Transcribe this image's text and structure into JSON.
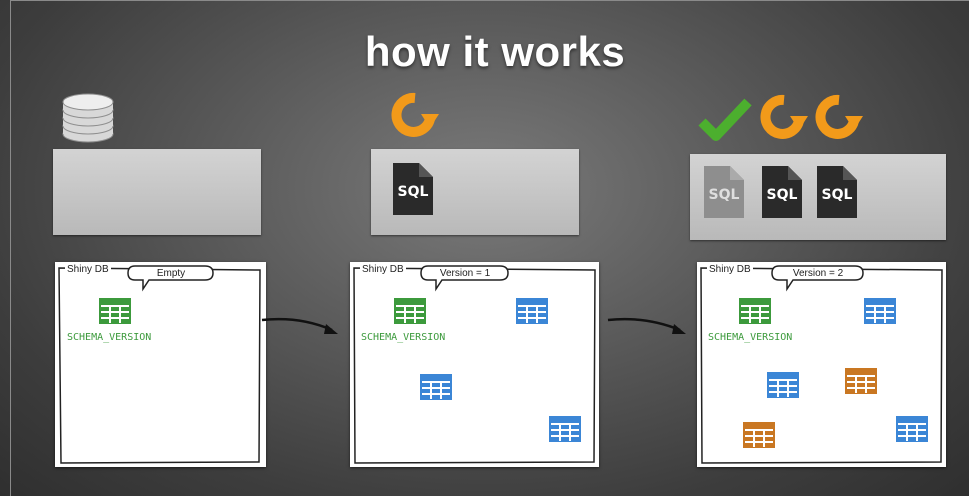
{
  "slide": {
    "title": "how it works"
  },
  "steps": [
    {
      "db_name": "Shiny DB",
      "state": "Empty",
      "schema_label": "SCHEMA_VERSION"
    },
    {
      "db_name": "Shiny DB",
      "state": "Version = 1",
      "schema_label": "SCHEMA_VERSION",
      "script": "SQL"
    },
    {
      "db_name": "Shiny DB",
      "state": "Version = 2",
      "schema_label": "SCHEMA_VERSION",
      "scripts": [
        "SQL",
        "SQL",
        "SQL"
      ]
    }
  ],
  "colors": {
    "schema_table": "#3c9a3c",
    "table_blue": "#3b86d6",
    "table_orange": "#c97722",
    "migrate_icon": "#f29a1a",
    "check": "#4caf2e"
  },
  "icons": [
    "database-stack-icon",
    "migrate-icon",
    "checkmark-icon",
    "sql-file-icon",
    "table-icon",
    "arrow-icon"
  ]
}
